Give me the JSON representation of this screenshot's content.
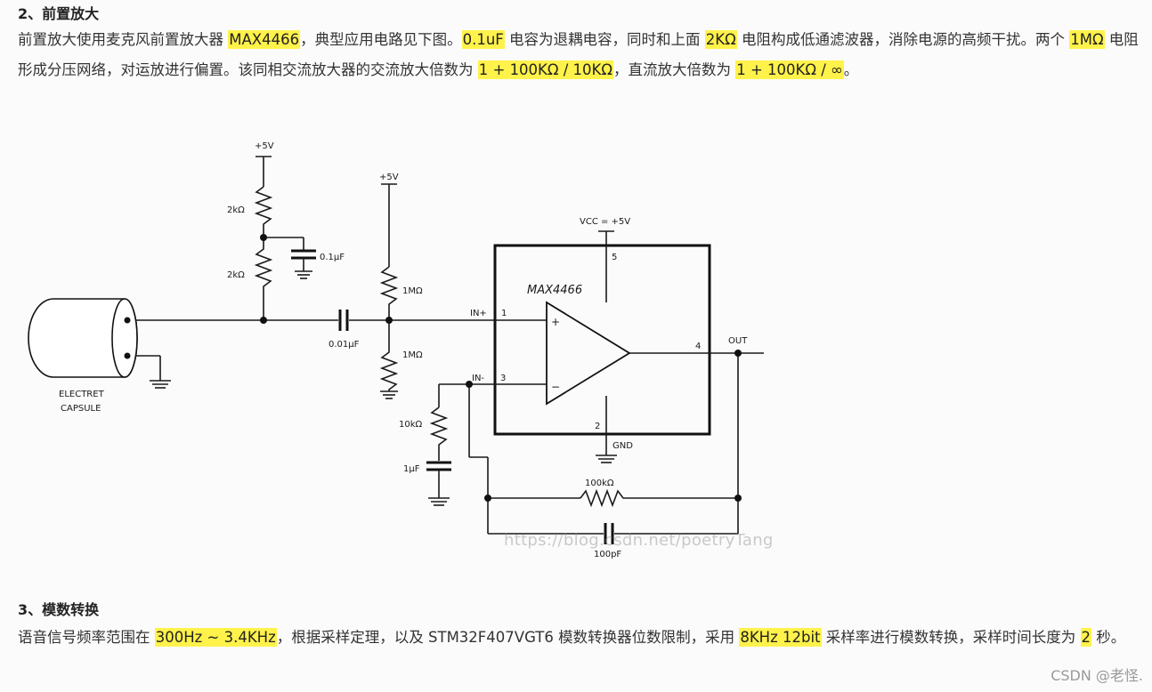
{
  "section2": {
    "heading": "2、前置放大",
    "segments": [
      {
        "text": "前置放大使用麦克风前置放大器 ",
        "hl": false
      },
      {
        "text": "MAX4466",
        "hl": true
      },
      {
        "text": "，典型应用电路见下图。",
        "hl": false
      },
      {
        "text": "0.1uF",
        "hl": true
      },
      {
        "text": " 电容为退耦电容，同时和上面 ",
        "hl": false
      },
      {
        "text": "2KΩ",
        "hl": true
      },
      {
        "text": " 电阻构成低通滤波器，消除电源的高频干扰。两个 ",
        "hl": false
      },
      {
        "text": "1MΩ",
        "hl": true
      },
      {
        "text": " 电阻形成分压网络，对运放进行偏置。该同相交流放大器的交流放大倍数为 ",
        "hl": false
      },
      {
        "text": "1 + 100KΩ / 10KΩ",
        "hl": true
      },
      {
        "text": "，直流放大倍数为 ",
        "hl": false
      },
      {
        "text": "1 + 100KΩ / ∞",
        "hl": true
      },
      {
        "text": "。",
        "hl": false
      }
    ]
  },
  "circuit": {
    "vplus_top": "+5V",
    "r_2k_top": "2kΩ",
    "r_2k_bottom": "2kΩ",
    "cap_01u": "0.1µF",
    "vplus_bias": "+5V",
    "r_1m_top": "1MΩ",
    "r_1m_bottom": "1MΩ",
    "cap_001u": "0.01µF",
    "capsule_line1": "ELECTRET",
    "capsule_line2": "CAPSULE",
    "vcc": "VCC = +5V",
    "pin5": "5",
    "chip_name": "MAX4466",
    "in_plus": "IN+",
    "pin1": "1",
    "in_minus": "IN-",
    "pin3": "3",
    "plus_sign": "+",
    "minus_sign": "−",
    "pin4": "4",
    "out": "OUT",
    "pin2": "2",
    "gnd": "GND",
    "r_10k": "10kΩ",
    "cap_1u": "1µF",
    "r_100k": "100kΩ",
    "cap_100p": "100pF",
    "watermark": "https://blog.csdn.net/poetryTang"
  },
  "section3": {
    "heading": "3、模数转换",
    "segments": [
      {
        "text": "语音信号频率范围在 ",
        "hl": false
      },
      {
        "text": "300Hz ~ 3.4KHz",
        "hl": true
      },
      {
        "text": "，根据采样定理，以及 STM32F407VGT6 模数转换器位数限制，采用 ",
        "hl": false
      },
      {
        "text": "8KHz 12bit",
        "hl": true
      },
      {
        "text": " 采样率进行模数转换，采样时间长度为 ",
        "hl": false
      },
      {
        "text": "2",
        "hl": true
      },
      {
        "text": " 秒。",
        "hl": false
      }
    ]
  },
  "footer": {
    "csdn": "CSDN @老怪."
  }
}
